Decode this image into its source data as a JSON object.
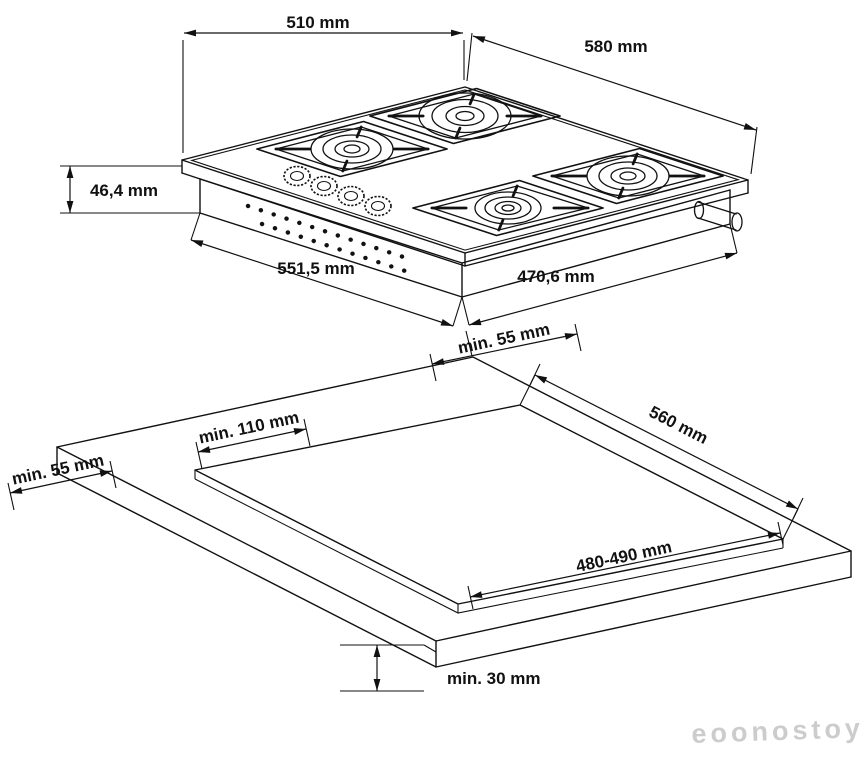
{
  "drawing": {
    "hob": {
      "dim_width_back": "510 mm",
      "dim_width_right": "580 mm",
      "dim_height": "46,4 mm",
      "dim_body_width": "551,5 mm",
      "dim_body_depth": "470,6 mm"
    },
    "cutout": {
      "dim_clearance_back": "min. 55 mm",
      "dim_clearance_side": "min. 110 mm",
      "dim_clearance_left": "min. 55 mm",
      "dim_cutout_width": "560 mm",
      "dim_cutout_depth": "480-490 mm",
      "dim_worktop_thickness": "min. 30 mm"
    },
    "watermark": "eoonostoy",
    "colors": {
      "line": "#111111",
      "background": "#ffffff",
      "watermark": "#cccccc"
    }
  }
}
